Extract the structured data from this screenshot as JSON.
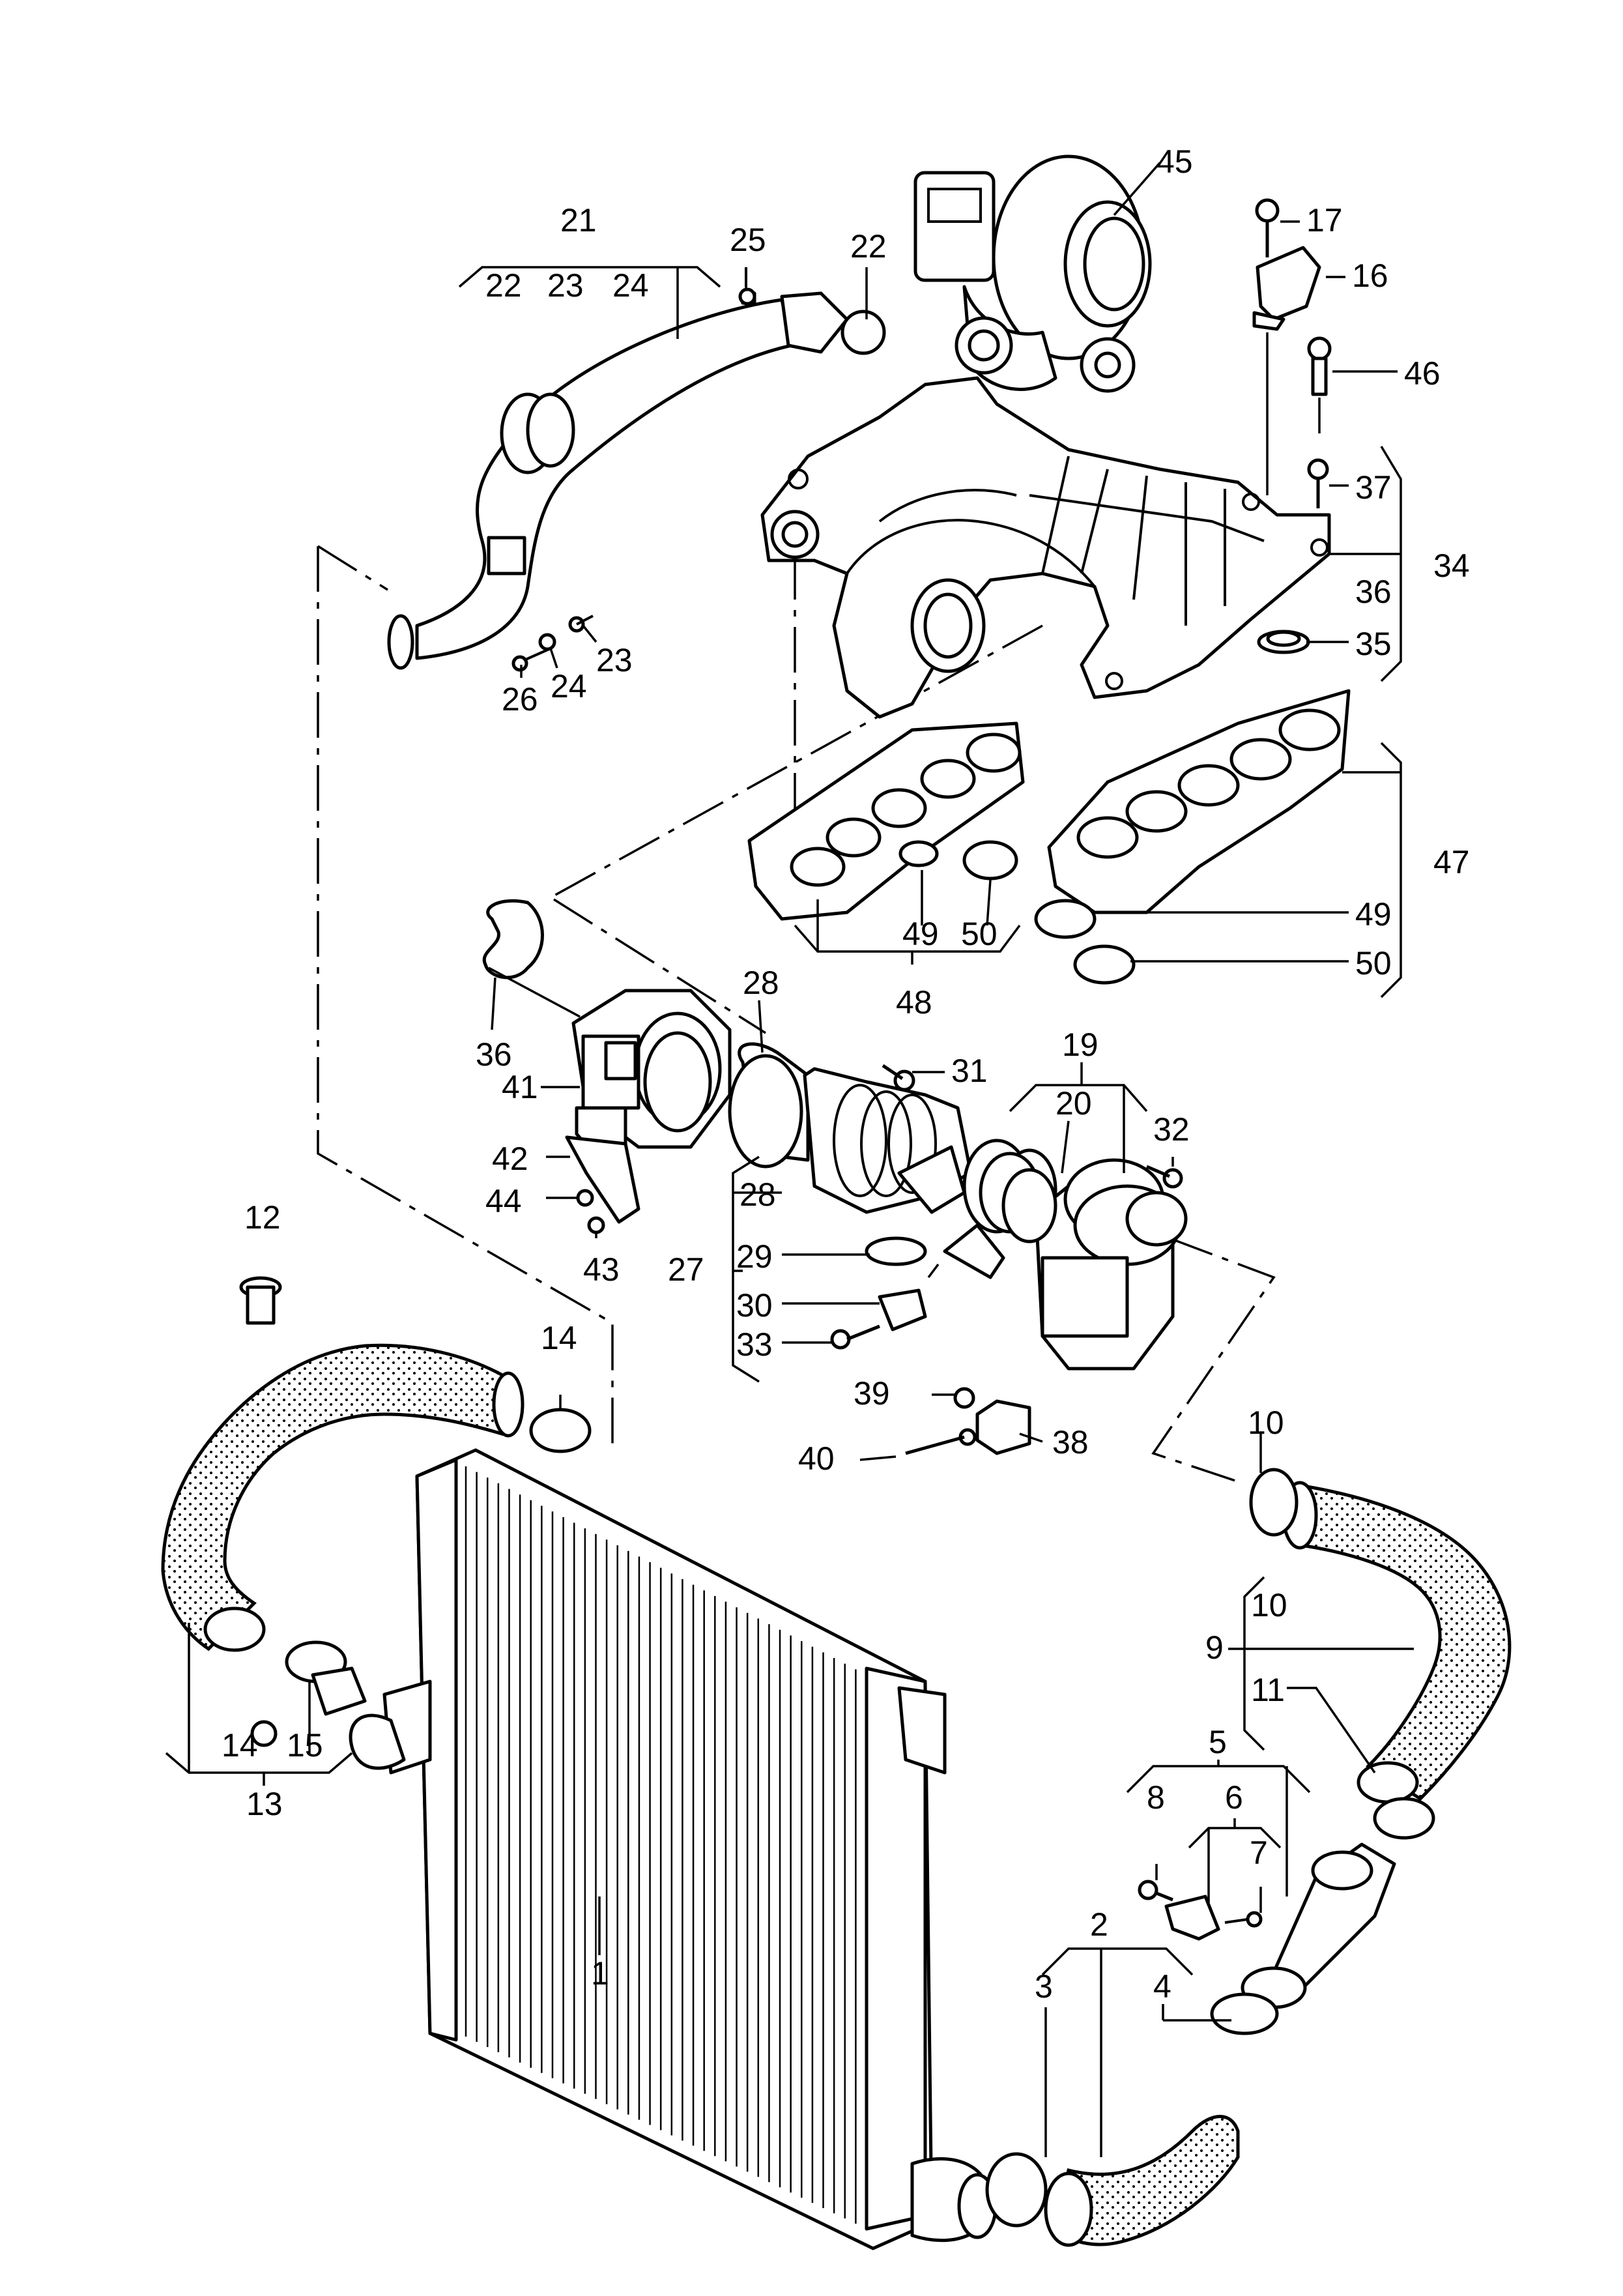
{
  "callouts": [
    {
      "id": "c-1",
      "label": "1"
    },
    {
      "id": "c-2",
      "label": "2"
    },
    {
      "id": "c-3",
      "label": "3"
    },
    {
      "id": "c-4",
      "label": "4"
    },
    {
      "id": "c-5",
      "label": "5"
    },
    {
      "id": "c-6",
      "label": "6"
    },
    {
      "id": "c-7",
      "label": "7"
    },
    {
      "id": "c-8",
      "label": "8"
    },
    {
      "id": "c-9",
      "label": "9"
    },
    {
      "id": "c-10a",
      "label": "10"
    },
    {
      "id": "c-10b",
      "label": "10"
    },
    {
      "id": "c-11",
      "label": "11"
    },
    {
      "id": "c-12",
      "label": "12"
    },
    {
      "id": "c-13",
      "label": "13"
    },
    {
      "id": "c-14a",
      "label": "14"
    },
    {
      "id": "c-14b",
      "label": "14"
    },
    {
      "id": "c-15",
      "label": "15"
    },
    {
      "id": "c-16",
      "label": "16"
    },
    {
      "id": "c-17",
      "label": "17"
    },
    {
      "id": "c-19",
      "label": "19"
    },
    {
      "id": "c-20",
      "label": "20"
    },
    {
      "id": "c-21",
      "label": "21"
    },
    {
      "id": "c-22a",
      "label": "22"
    },
    {
      "id": "c-22b",
      "label": "22"
    },
    {
      "id": "c-23a",
      "label": "23"
    },
    {
      "id": "c-23b",
      "label": "23"
    },
    {
      "id": "c-24a",
      "label": "24"
    },
    {
      "id": "c-24b",
      "label": "24"
    },
    {
      "id": "c-25",
      "label": "25"
    },
    {
      "id": "c-26",
      "label": "26"
    },
    {
      "id": "c-27",
      "label": "27"
    },
    {
      "id": "c-28a",
      "label": "28"
    },
    {
      "id": "c-28b",
      "label": "28"
    },
    {
      "id": "c-29",
      "label": "29"
    },
    {
      "id": "c-30",
      "label": "30"
    },
    {
      "id": "c-31",
      "label": "31"
    },
    {
      "id": "c-32",
      "label": "32"
    },
    {
      "id": "c-33",
      "label": "33"
    },
    {
      "id": "c-34",
      "label": "34"
    },
    {
      "id": "c-35",
      "label": "35"
    },
    {
      "id": "c-36a",
      "label": "36"
    },
    {
      "id": "c-36b",
      "label": "36"
    },
    {
      "id": "c-37",
      "label": "37"
    },
    {
      "id": "c-38",
      "label": "38"
    },
    {
      "id": "c-39",
      "label": "39"
    },
    {
      "id": "c-40",
      "label": "40"
    },
    {
      "id": "c-41",
      "label": "41"
    },
    {
      "id": "c-42",
      "label": "42"
    },
    {
      "id": "c-43",
      "label": "43"
    },
    {
      "id": "c-44",
      "label": "44"
    },
    {
      "id": "c-45",
      "label": "45"
    },
    {
      "id": "c-46",
      "label": "46"
    },
    {
      "id": "c-47",
      "label": "47"
    },
    {
      "id": "c-48",
      "label": "48"
    },
    {
      "id": "c-49a",
      "label": "49"
    },
    {
      "id": "c-49b",
      "label": "49"
    },
    {
      "id": "c-50a",
      "label": "50"
    },
    {
      "id": "c-50b",
      "label": "50"
    }
  ]
}
